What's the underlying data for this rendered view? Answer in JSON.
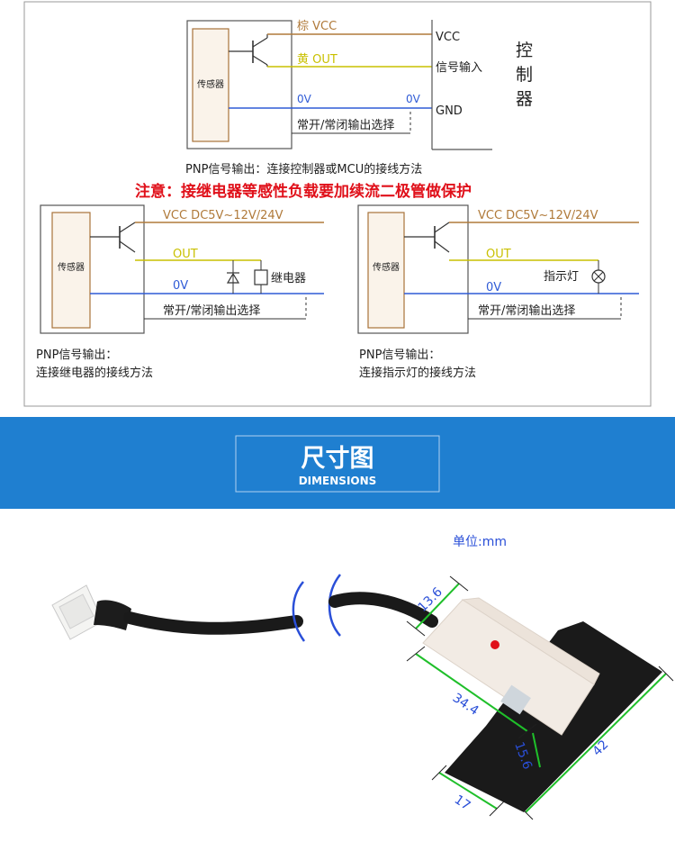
{
  "colors": {
    "vcc_wire": "#b07a3a",
    "out_wire": "#c9c000",
    "gnd_wire": "#2f5bd6",
    "box_fill": "#faf3ea",
    "box_stroke": "#a8733a",
    "warning_red": "#e0101a",
    "banner_blue": "#1f7fd0",
    "dim_green": "#1fbf2a",
    "dim_blue": "#2a4fd8"
  },
  "top_diagram": {
    "sensor_label": "传感器",
    "vcc_wire_label": "棕 VCC",
    "out_wire_label": "黄 OUT",
    "gnd_left_label": "0V",
    "gnd_right_label": "0V",
    "switch_label": "常开/常闭输出选择",
    "ctrl_vcc": "VCC",
    "ctrl_signal": "信号输入",
    "ctrl_gnd": "GND",
    "controller": [
      "控",
      "制",
      "器"
    ],
    "caption": "PNP信号输出：连接控制器或MCU的接线方法"
  },
  "warning": "注意：接继电器等感性负载要加续流二极管做保护",
  "relay_diagram": {
    "sensor_label": "传感器",
    "vcc_label": "VCC DC5V~12V/24V",
    "out_label": "OUT",
    "gnd_label": "0V",
    "load_label": "继电器",
    "switch_label": "常开/常闭输出选择",
    "caption_line1": "PNP信号输出：",
    "caption_line2": "连接继电器的接线方法"
  },
  "lamp_diagram": {
    "sensor_label": "传感器",
    "vcc_label": "VCC DC5V~12V/24V",
    "out_label": "OUT",
    "gnd_label": "0V",
    "load_label": "指示灯",
    "switch_label": "常开/常闭输出选择",
    "caption_line1": "PNP信号输出：",
    "caption_line2": "连接指示灯的接线方法"
  },
  "banner": {
    "title": "尺寸图",
    "subtitle": "DIMENSIONS"
  },
  "dimensions": {
    "unit_label": "单位:mm",
    "d_13_6": "13.6",
    "d_34_4": "34.4",
    "d_15_6": "15.6",
    "d_42": "42",
    "d_17": "17"
  }
}
